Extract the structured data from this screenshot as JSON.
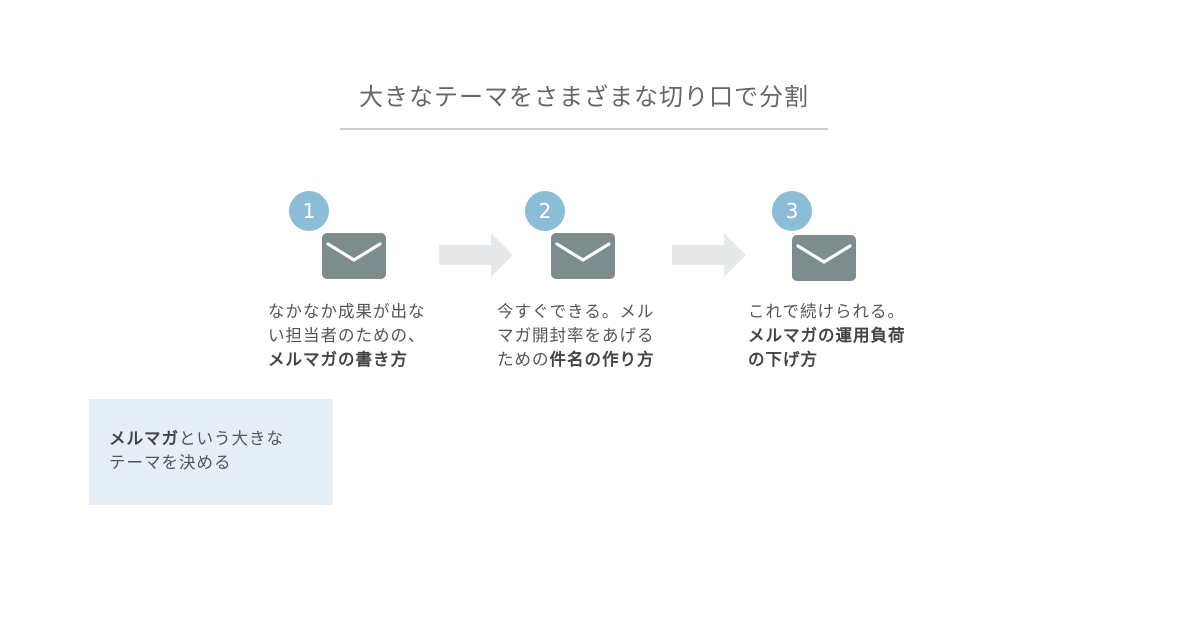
{
  "title": "大きなテーマをさまざまな切り口で分割",
  "colors": {
    "badge": "#8bbdd6",
    "envelope": "#7d8c8d",
    "arrow": "#e6e9e9",
    "theme_box": "#e6eef7"
  },
  "steps": [
    {
      "number": "1",
      "icon": "envelope-icon",
      "lines": [
        {
          "normal": "なかなか成果が出な",
          "bold": ""
        },
        {
          "normal": "い担当者のための、",
          "bold": ""
        },
        {
          "normal": "",
          "bold": "メルマガの書き方"
        }
      ]
    },
    {
      "number": "2",
      "icon": "envelope-icon",
      "lines": [
        {
          "normal": "今すぐできる。メル",
          "bold": ""
        },
        {
          "normal": "マガ開封率をあげる",
          "bold": ""
        },
        {
          "normal": "ための",
          "bold": "件名の作り方"
        }
      ]
    },
    {
      "number": "3",
      "icon": "envelope-icon",
      "lines": [
        {
          "normal": "これで続けられる。",
          "bold": ""
        },
        {
          "normal": "",
          "bold": "メルマガの運用負荷"
        },
        {
          "normal": "",
          "bold": "の下げ方"
        }
      ]
    }
  ],
  "theme": {
    "line1_bold": "メルマガ",
    "line1_normal": "という大きな",
    "line2": "テーマを決める"
  }
}
